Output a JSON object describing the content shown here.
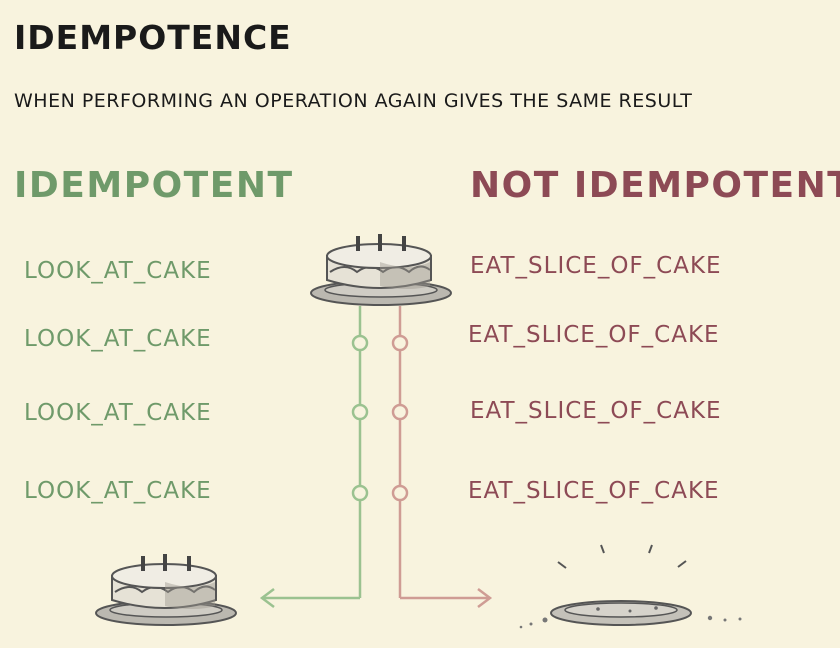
{
  "title": "IDEMPOTENCE",
  "subtitle": "WHEN PERFORMING AN OPERATION AGAIN GIVES THE SAME RESULT",
  "columns": {
    "idempotent": {
      "heading": "IDEMPOTENT",
      "color": "#6f9a6a",
      "operations": [
        "LOOK_AT_CAKE",
        "LOOK_AT_CAKE",
        "LOOK_AT_CAKE",
        "LOOK_AT_CAKE"
      ]
    },
    "not_idempotent": {
      "heading": "NOT IDEMPOTENT",
      "color": "#8d4a55",
      "operations": [
        "EAT_SLICE_OF_CAKE",
        "EAT_SLICE_OF_CAKE",
        "EAT_SLICE_OF_CAKE",
        "EAT_SLICE_OF_CAKE"
      ]
    }
  },
  "icons": {
    "start": "whole-cake-icon",
    "idempotent_result": "whole-cake-icon",
    "not_idempotent_result": "empty-plate-icon"
  }
}
